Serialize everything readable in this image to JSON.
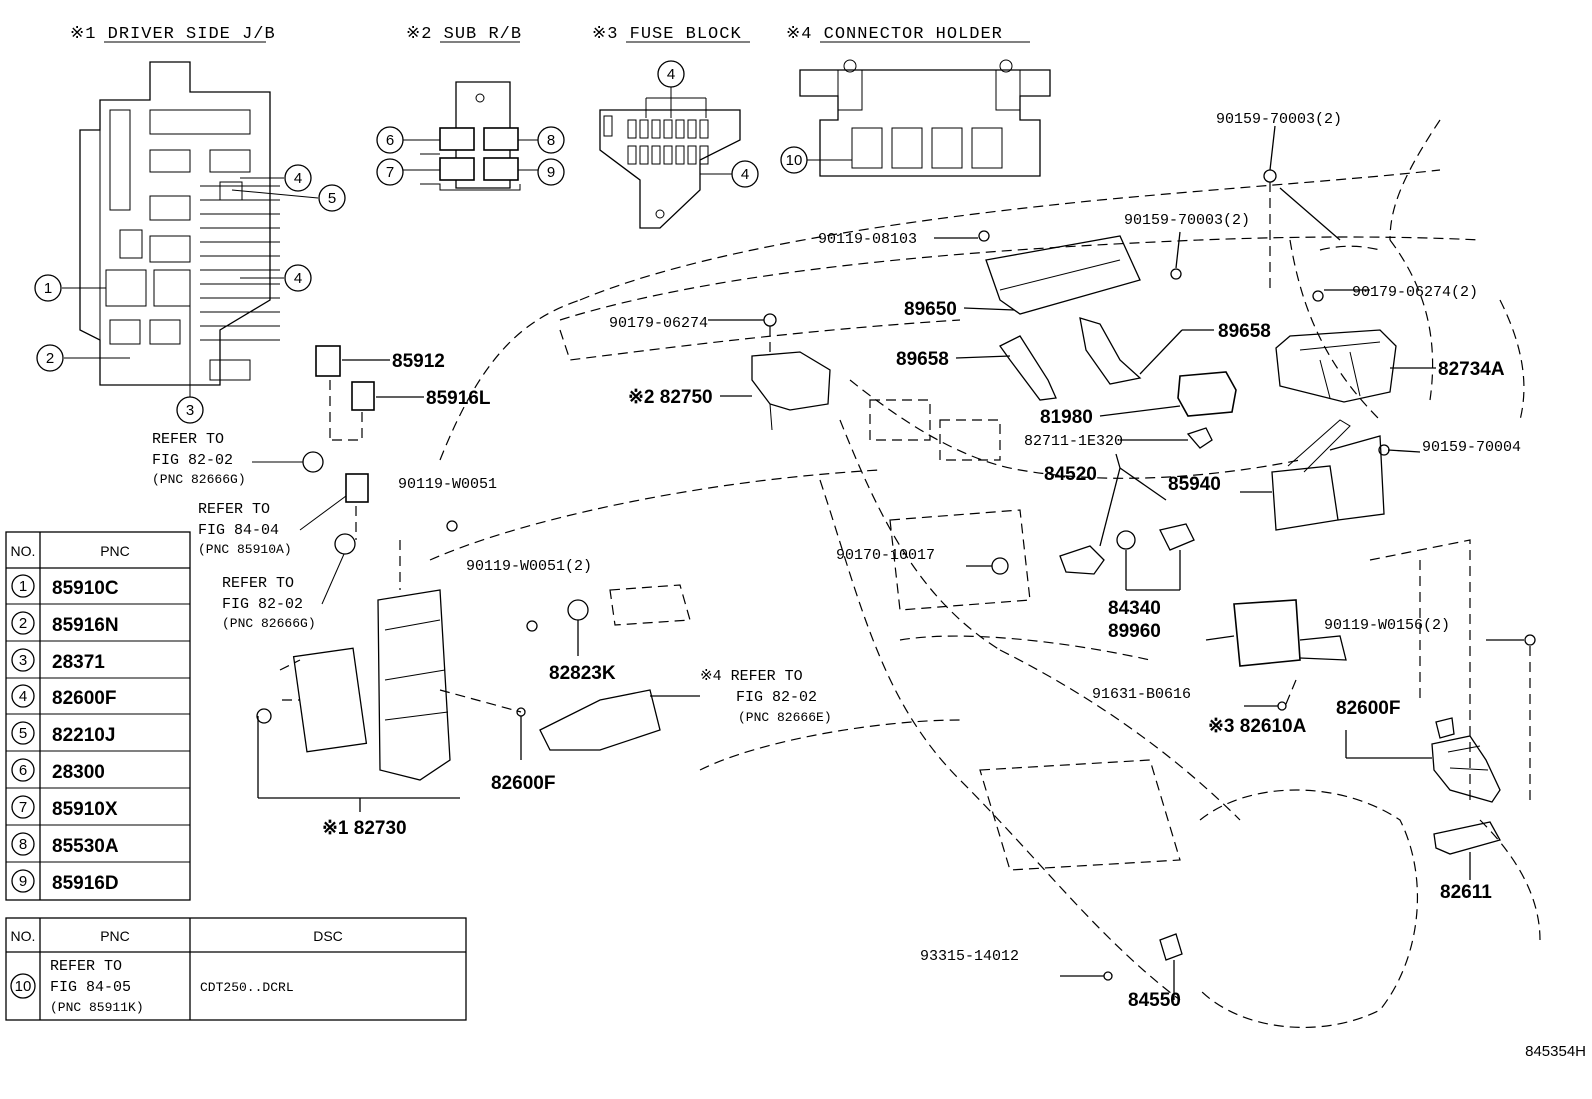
{
  "sections": {
    "driver_jb": "※1 DRIVER SIDE J/B",
    "sub_rb": "※2 SUB R/B",
    "fuse_block": "※3 FUSE BLOCK",
    "connector_holder": "※4 CONNECTOR HOLDER"
  },
  "callouts": {
    "c1": "1",
    "c2": "2",
    "c3": "3",
    "c4a": "4",
    "c5": "5",
    "c4b": "4",
    "c6": "6",
    "c7": "7",
    "c8": "8",
    "c9": "9",
    "c4c": "4",
    "c4d": "4",
    "c10": "10"
  },
  "parts": {
    "p85912": "85912",
    "p85916L": "85916L",
    "p82750": "※2 82750",
    "p89650": "89650",
    "p89658a": "89658",
    "p89658b": "89658",
    "p82734A": "82734A",
    "p81980": "81980",
    "p84520": "84520",
    "p85940": "85940",
    "p84340": "84340",
    "p89960": "89960",
    "p82823K": "82823K",
    "p82600Fa": "82600F",
    "p82730": "※1 82730",
    "p82600Fb": "82600F",
    "p82610A": "※3 82610A",
    "p82611": "82611",
    "p84550": "84550"
  },
  "codes": {
    "k90159_70003_top": "90159-70003(2)",
    "k90159_70003_mid": "90159-70003(2)",
    "k90119_08103": "90119-08103",
    "k90179_06274_2": "90179-06274(2)",
    "k90179_06274": "90179-06274",
    "k82711_1E320": "82711-1E320",
    "k90159_70004": "90159-70004",
    "k90119_W0051": "90119-W0051",
    "k90170_10017": "90170-10017",
    "k90119_W0051_2": "90119-W0051(2)",
    "k90119_W0156_2": "90119-W0156(2)",
    "k91631_B0616": "91631-B0616",
    "k93315_14012": "93315-14012"
  },
  "refs": {
    "r1": {
      "l1": "REFER TO",
      "l2": "FIG 82-02",
      "l3": "(PNC 82666G)"
    },
    "r2": {
      "l1": "REFER TO",
      "l2": "FIG 84-04",
      "l3": "(PNC 85910A)"
    },
    "r3": {
      "l1": "REFER TO",
      "l2": "FIG 82-02",
      "l3": "(PNC 82666G)"
    },
    "r4": {
      "l1": "※4 REFER TO",
      "l2": "FIG 82-02",
      "l3": "(PNC 82666E)"
    }
  },
  "table1": {
    "headers": {
      "no": "NO.",
      "pnc": "PNC"
    },
    "rows": [
      {
        "no": "1",
        "pnc": "85910C"
      },
      {
        "no": "2",
        "pnc": "85916N"
      },
      {
        "no": "3",
        "pnc": "28371"
      },
      {
        "no": "4",
        "pnc": "82600F"
      },
      {
        "no": "5",
        "pnc": "82210J"
      },
      {
        "no": "6",
        "pnc": "28300"
      },
      {
        "no": "7",
        "pnc": "85910X"
      },
      {
        "no": "8",
        "pnc": "85530A"
      },
      {
        "no": "9",
        "pnc": "85916D"
      }
    ]
  },
  "table2": {
    "headers": {
      "no": "NO.",
      "pnc": "PNC",
      "dsc": "DSC"
    },
    "row": {
      "no": "10",
      "pnc_l1": "REFER TO",
      "pnc_l2": "FIG 84-05",
      "pnc_l3": "(PNC 85911K)",
      "dsc": "CDT250..DCRL"
    }
  },
  "footer": {
    "figure_id": "845354H"
  }
}
